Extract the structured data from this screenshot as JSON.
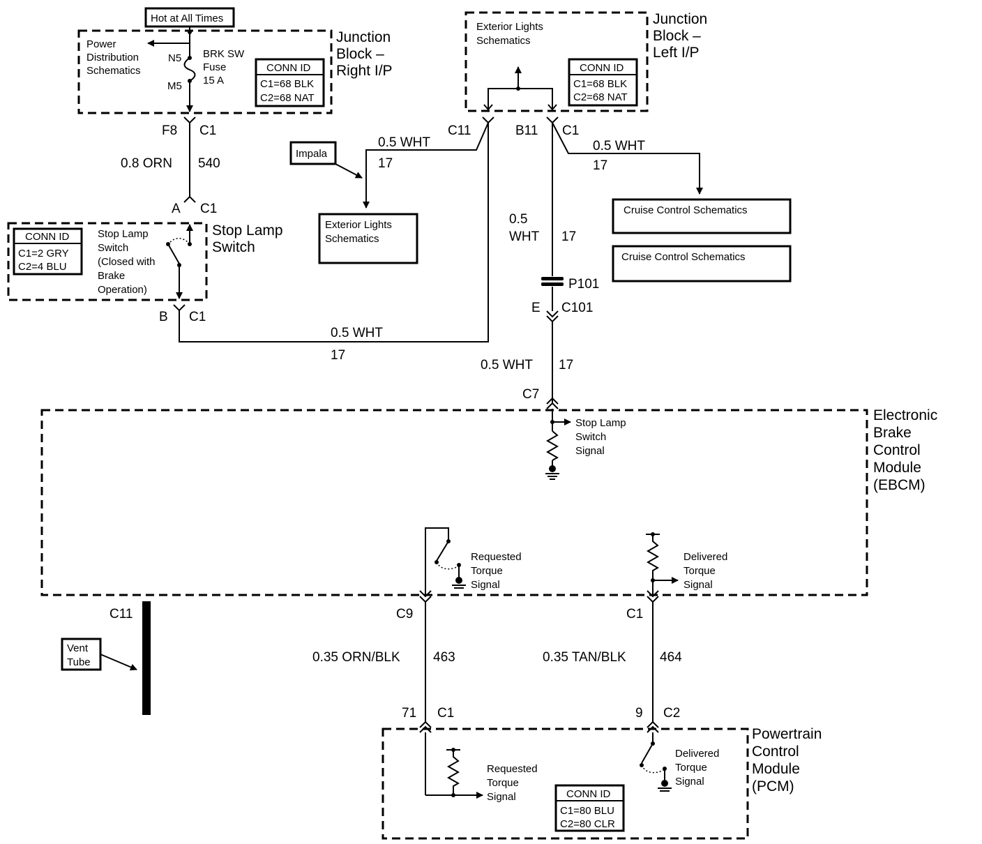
{
  "hot_at_all_times": "Hot at All Times",
  "jb_right": {
    "title": [
      "Junction",
      "Block –",
      "Right I/P"
    ],
    "pds": [
      "Power",
      "Distribution",
      "Schematics"
    ],
    "pin_n5": "N5",
    "pin_m5": "M5",
    "fuse": [
      "BRK SW",
      "Fuse",
      "15 A"
    ],
    "conn_id": {
      "header": "CONN ID",
      "rows": [
        "C1=68 BLK",
        "C2=68 NAT"
      ]
    },
    "f8": "F8",
    "c1": "C1"
  },
  "jb_left": {
    "title": [
      "Junction",
      "Block –",
      "Left I/P"
    ],
    "ext_lights": [
      "Exterior Lights",
      "Schematics"
    ],
    "conn_id": {
      "header": "CONN ID",
      "rows": [
        "C1=68 BLK",
        "C2=68 NAT"
      ]
    },
    "c11": "C11",
    "b11": "B11",
    "c1": "C1"
  },
  "wire_540": {
    "gauge": "0.8 ORN",
    "circuit": "540"
  },
  "stop_lamp": {
    "title": [
      "Stop Lamp",
      "Switch"
    ],
    "label": [
      "Stop Lamp",
      "Switch",
      "(Closed with",
      "Brake",
      "Operation)"
    ],
    "conn_id": {
      "header": "CONN ID",
      "rows": [
        "C1=2 GRY",
        "C2=4 BLU"
      ]
    },
    "pin_a": "A",
    "pin_b": "B",
    "c1": "C1"
  },
  "impala": "Impala",
  "ext_lights_box": [
    "Exterior Lights",
    "Schematics"
  ],
  "cruise1": "Cruise Control Schematics",
  "cruise2": "Cruise Control Schematics",
  "wire_wht_17": {
    "gauge": "0.5 WHT",
    "circuit": "17"
  },
  "wire_wht_split": [
    "0.5",
    "WHT"
  ],
  "p101": "P101",
  "e": "E",
  "c101": "C101",
  "c7": "C7",
  "ebcm": {
    "title": [
      "Electronic",
      "Brake",
      "Control",
      "Module",
      "(EBCM)"
    ],
    "stop_sig": [
      "Stop Lamp",
      "Switch",
      "Signal"
    ],
    "req_torque": [
      "Requested",
      "Torque",
      "Signal"
    ],
    "del_torque": [
      "Delivered",
      "Torque",
      "Signal"
    ],
    "c11": "C11",
    "c9": "C9",
    "c1": "C1"
  },
  "vent_tube": [
    "Vent",
    "Tube"
  ],
  "wire_463": {
    "gauge": "0.35 ORN/BLK",
    "circuit": "463"
  },
  "wire_464": {
    "gauge": "0.35 TAN/BLK",
    "circuit": "464"
  },
  "pcm": {
    "title": [
      "Powertrain",
      "Control",
      "Module",
      "(PCM)"
    ],
    "pin71": "71",
    "c1": "C1",
    "pin9": "9",
    "c2": "C2",
    "req_torque": [
      "Requested",
      "Torque",
      "Signal"
    ],
    "del_torque": [
      "Delivered",
      "Torque",
      "Signal"
    ],
    "conn_id": {
      "header": "CONN ID",
      "rows": [
        "C1=80 BLU",
        "C2=80 CLR"
      ]
    }
  }
}
